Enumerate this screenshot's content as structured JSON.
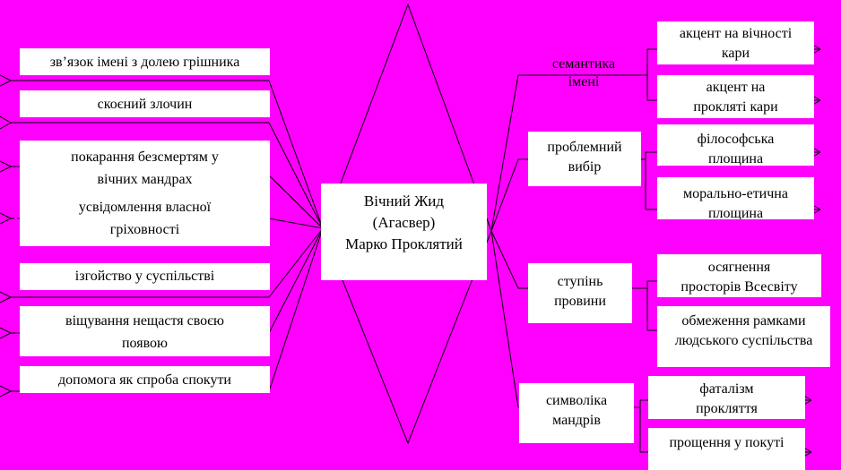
{
  "center": {
    "line1": "Вічний Жид",
    "line2": "(Агасвер)",
    "line3": "Марко Проклятий"
  },
  "left": [
    {
      "lines": [
        "зв’язок імені з долею грішника"
      ]
    },
    {
      "lines": [
        "скоєний злочин"
      ]
    },
    {
      "lines": [
        "покарання безсмертям у",
        "вічних мандрах",
        "усвідомлення власної",
        "гріховності"
      ]
    },
    {
      "lines": [
        "ізгойство у суспільстві"
      ]
    },
    {
      "lines": [
        "віщування нещастя своєю",
        "появою"
      ]
    },
    {
      "lines": [
        "допомога як спроба спокути"
      ]
    }
  ],
  "right": [
    {
      "label": [
        "семантика",
        "імені"
      ],
      "items": [
        [
          "акцент на вічності",
          "кари"
        ],
        [
          "акцент на",
          "прокляті кари"
        ]
      ]
    },
    {
      "label": [
        "проблемний",
        "вибір"
      ],
      "items": [
        [
          "філософська",
          "площина"
        ],
        [
          "морально-етична",
          "площина"
        ]
      ]
    },
    {
      "label": [
        "ступінь",
        "провини"
      ],
      "items": [
        [
          "осягнення",
          "просторів Всесвіту"
        ],
        [
          "обмеження рамками",
          "людського суспільства"
        ]
      ]
    },
    {
      "label": [
        "символіка",
        "мандрів"
      ],
      "items": [
        [
          "фаталізм",
          "прокляття"
        ],
        [
          "прощення у покуті"
        ]
      ]
    }
  ]
}
